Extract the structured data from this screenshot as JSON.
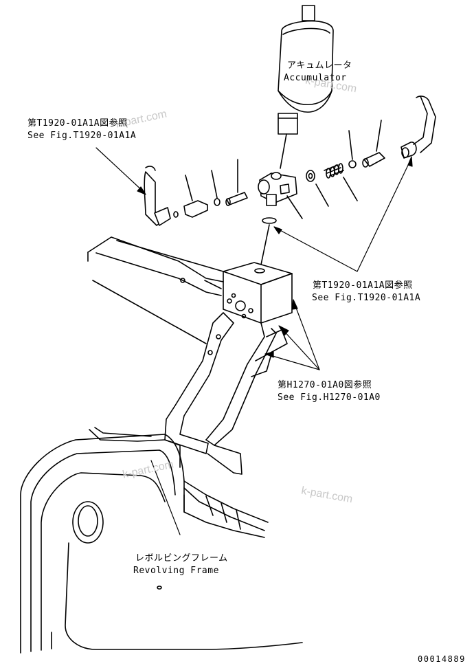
{
  "labels": {
    "accumulator_jp": "アキュムレータ",
    "accumulator_en": "Accumulator",
    "ref_left_jp": "第T1920-01A1A図参照",
    "ref_left_en": "See Fig.T1920-01A1A",
    "ref_right_jp": "第T1920-01A1A図参照",
    "ref_right_en": "See Fig.T1920-01A1A",
    "ref_h_jp": "第H1270-01A0図参照",
    "ref_h_en": "See Fig.H1270-01A0",
    "frame_jp": "レボルビングフレーム",
    "frame_en": "Revolving Frame"
  },
  "watermarks": [
    "k-part.com",
    "k-part.com",
    "k-part.com",
    "k-part.com"
  ],
  "drawing_code": "00014889",
  "colors": {
    "line": "#000000",
    "watermark": "#c8c8c8"
  }
}
